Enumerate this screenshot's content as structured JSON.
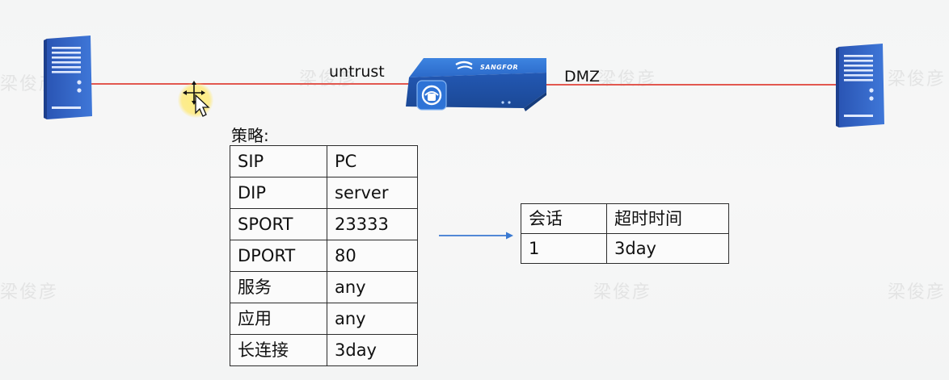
{
  "diagram": {
    "labels": {
      "untrust": "untrust",
      "dmz": "DMZ",
      "firewall_brand": "SANGFOR"
    },
    "watermark_text": "梁俊彦",
    "policy": {
      "title": "策略:",
      "rows": [
        {
          "key": "SIP",
          "value": "PC"
        },
        {
          "key": "DIP",
          "value": "server"
        },
        {
          "key": "SPORT",
          "value": "23333"
        },
        {
          "key": "DPORT",
          "value": "80"
        },
        {
          "key": "服务",
          "value": "any"
        },
        {
          "key": "应用",
          "value": "any"
        },
        {
          "key": "长连接",
          "value": "3day"
        }
      ]
    },
    "session_table": {
      "headers": [
        "会话",
        "超时时间"
      ],
      "rows": [
        [
          "1",
          "3day"
        ]
      ]
    },
    "colors": {
      "link_line": "#e2584f",
      "server": "#2f5ec2",
      "firewall": "#2a66c8",
      "arrow": "#3a79d1"
    },
    "icons": {
      "left_device": "server-icon",
      "right_device": "server-icon",
      "middle_device": "firewall-icon",
      "pointer": "move-cursor-icon"
    }
  }
}
